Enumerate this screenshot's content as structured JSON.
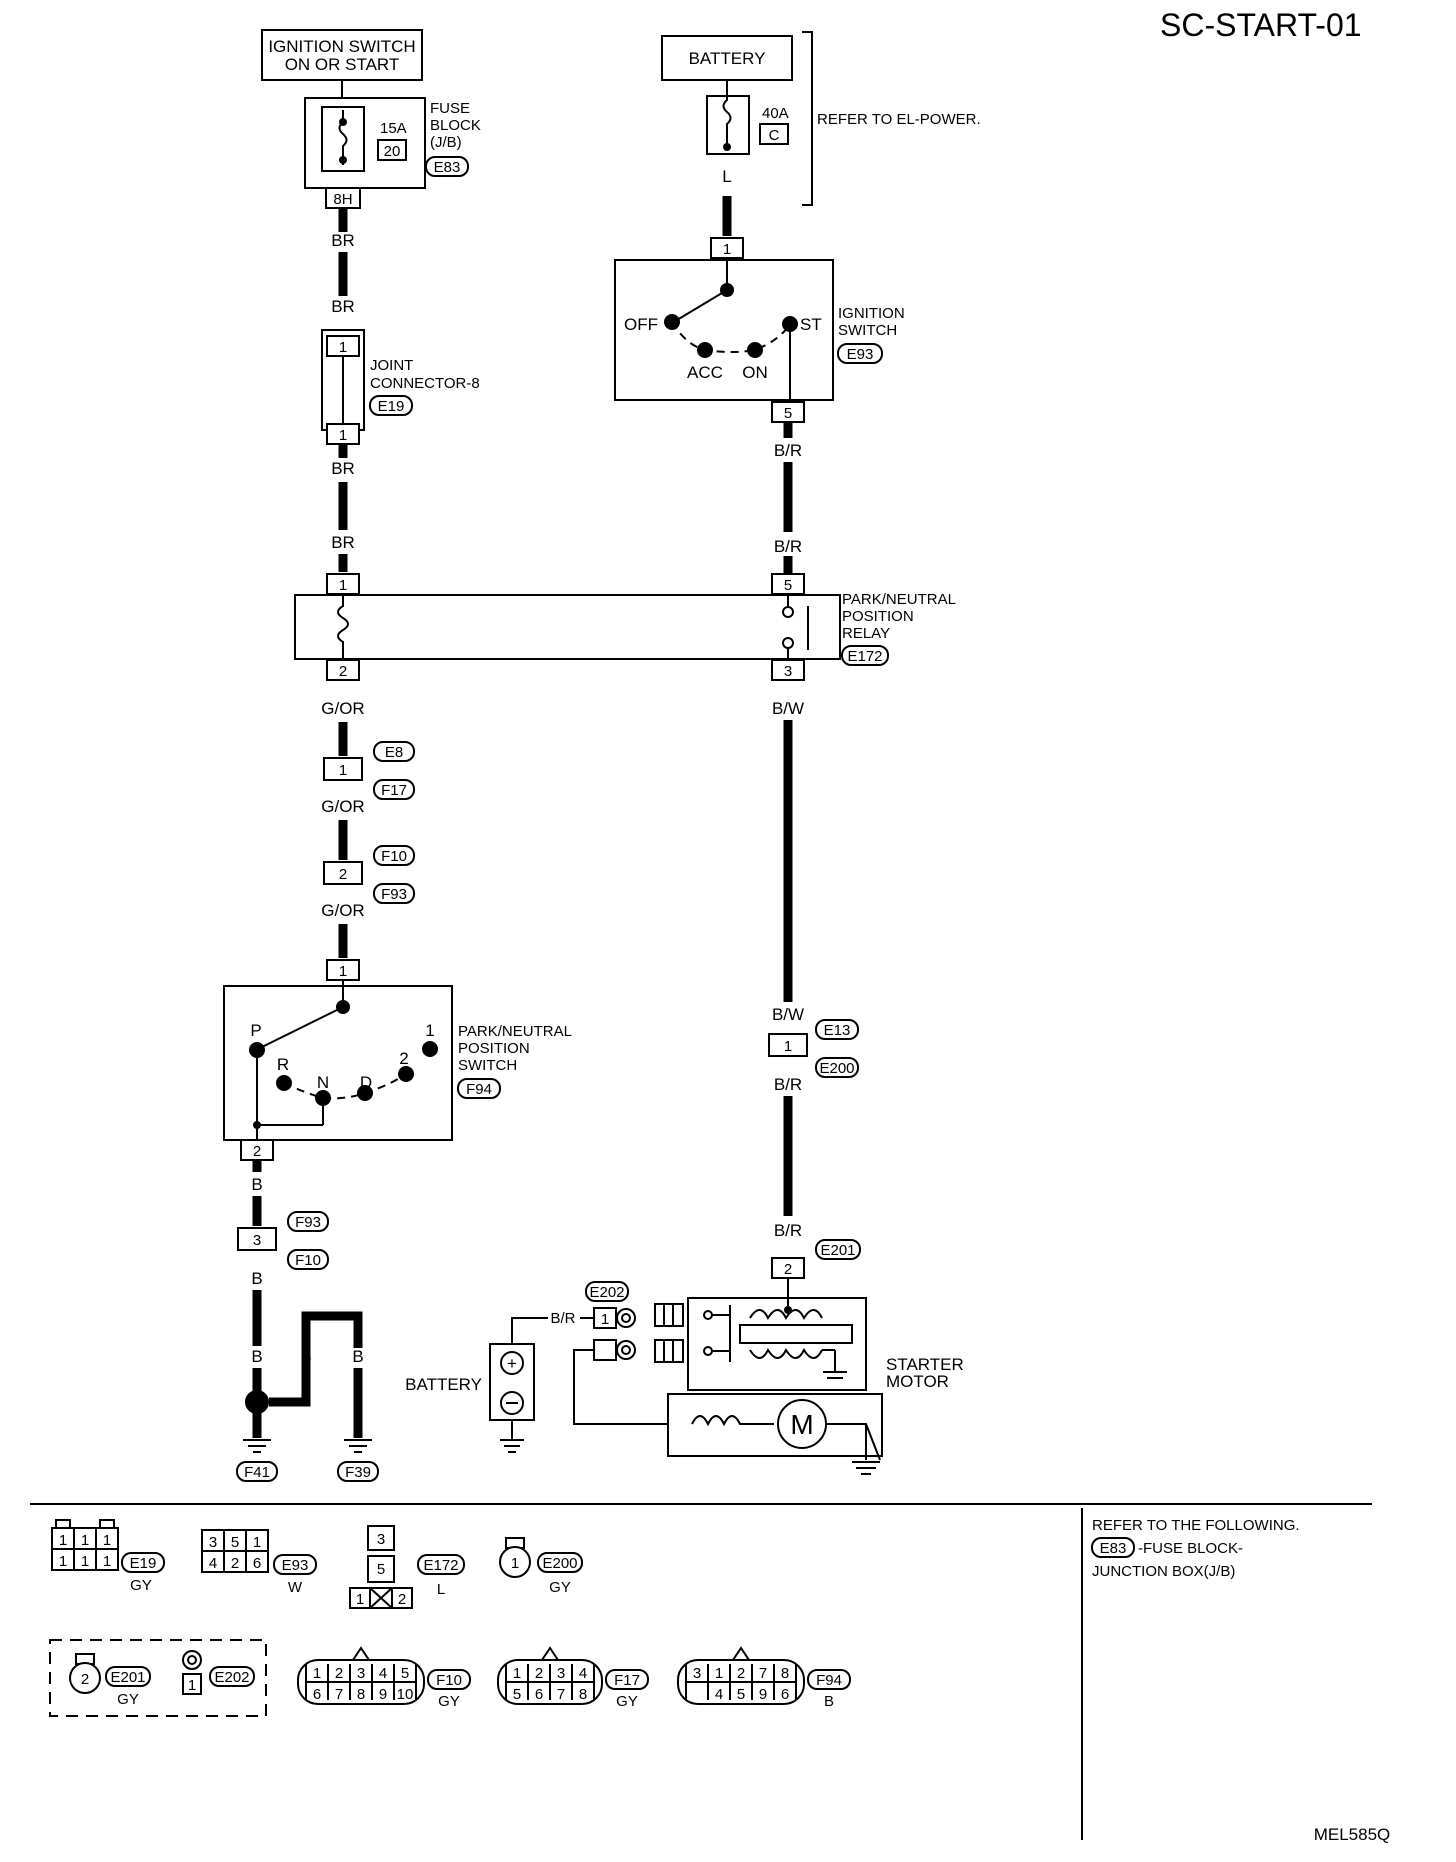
{
  "header": {
    "diagram_id": "SC-START-01",
    "figure_code": "MEL585Q"
  },
  "left_chain": {
    "ign_switch_box": [
      "IGNITION SWITCH",
      "ON OR START"
    ],
    "fuse_block": {
      "label": [
        "FUSE",
        "BLOCK",
        "(J/B)"
      ],
      "rating": "15A",
      "number": "20",
      "connector": "E83",
      "terminal": "8H"
    },
    "wire_br": "BR",
    "joint_connector": {
      "label": [
        "JOINT",
        "CONNECTOR-8"
      ],
      "connector": "E19",
      "pin_top": "1",
      "pin_bottom": "1"
    },
    "relay_pin_1": "1",
    "relay_pin_2": "2",
    "wire_gor": "G/OR",
    "conn_a": {
      "pin": "1",
      "upper": "E8",
      "lower": "F17"
    },
    "conn_b": {
      "pin": "2",
      "upper": "F10",
      "lower": "F93"
    },
    "pnp_switch": {
      "pin_top": "1",
      "pin_bottom": "2",
      "label": [
        "PARK/NEUTRAL",
        "POSITION",
        "SWITCH"
      ],
      "connector": "F94",
      "positions": {
        "p": "P",
        "r": "R",
        "n": "N",
        "d": "D",
        "two": "2",
        "one": "1"
      }
    },
    "wire_b": "B",
    "conn_c": {
      "pin": "3",
      "upper": "F93",
      "lower": "F10"
    },
    "grounds": [
      "F41",
      "F39"
    ]
  },
  "right_chain": {
    "battery_box": "BATTERY",
    "fuse": {
      "rating": "40A",
      "number": "C"
    },
    "refer": "REFER TO EL-POWER.",
    "wire_l": "L",
    "ign_switch": {
      "pin_top": "1",
      "pin_bottom": "5",
      "label": [
        "IGNITION",
        "SWITCH"
      ],
      "connector": "E93",
      "positions": {
        "off": "OFF",
        "acc": "ACC",
        "on": "ON",
        "st": "ST"
      }
    },
    "wire_br": "B/R",
    "wire_bw": "B/W",
    "relay": {
      "pin_top": "5",
      "pin_bottom": "3",
      "label": [
        "PARK/NEUTRAL",
        "POSITION",
        "RELAY"
      ],
      "connector": "E172"
    },
    "conn_d": {
      "pin": "1",
      "upper": "E13",
      "lower": "E200"
    },
    "starter_conn": {
      "pin": "2",
      "connector": "E201"
    },
    "e202_conn": {
      "connector": "E202",
      "pin": "1"
    },
    "battery_label": "BATTERY",
    "starter_label": [
      "STARTER",
      "MOTOR"
    ],
    "motor_symbol": "M"
  },
  "connectors_legend": [
    {
      "id": "E19",
      "color": "GY",
      "pins_top": [
        "1",
        "1",
        "1"
      ],
      "pins_bottom": [
        "1",
        "1",
        "1"
      ]
    },
    {
      "id": "E93",
      "color": "W",
      "pins_top": [
        "3",
        "5",
        "1"
      ],
      "pins_bottom": [
        "4",
        "2",
        "6"
      ]
    },
    {
      "id": "E172",
      "color": "L",
      "pins": [
        "3",
        "5",
        "1",
        "2"
      ]
    },
    {
      "id": "E200",
      "color": "GY",
      "pin": "1"
    },
    {
      "id": "E201",
      "color": "GY",
      "pin": "2"
    },
    {
      "id": "E202",
      "pin": "1"
    },
    {
      "id": "F10",
      "color": "GY",
      "pins_top": [
        "1",
        "2",
        "3",
        "4",
        "5"
      ],
      "pins_bottom": [
        "6",
        "7",
        "8",
        "9",
        "10"
      ]
    },
    {
      "id": "F17",
      "color": "GY",
      "pins_top": [
        "1",
        "2",
        "3",
        "4"
      ],
      "pins_bottom": [
        "5",
        "6",
        "7",
        "8"
      ]
    },
    {
      "id": "F94",
      "color": "B",
      "pins_top": [
        "3",
        "1",
        "2",
        "7",
        "8"
      ],
      "pins_bottom": [
        "4",
        "5",
        "9",
        "6"
      ]
    }
  ],
  "refer_note": {
    "line1": "REFER TO THE FOLLOWING.",
    "code": "E83",
    "line2": "-FUSE BLOCK-",
    "line3": "JUNCTION BOX(J/B)"
  }
}
